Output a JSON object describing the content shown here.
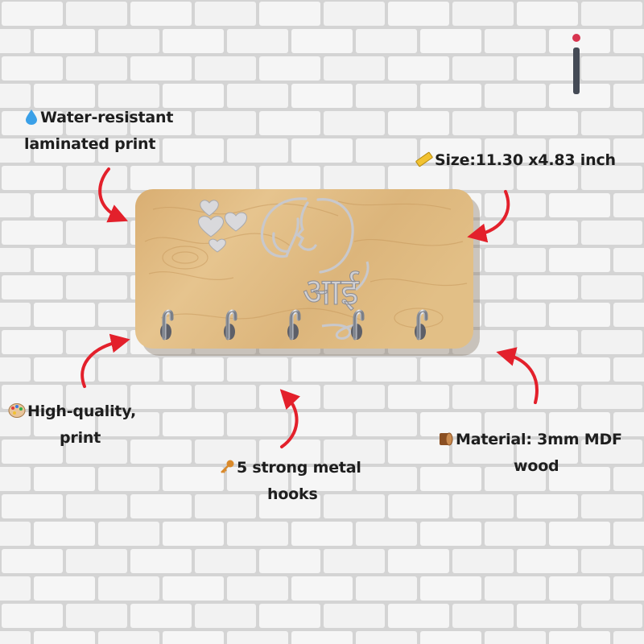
{
  "image": {
    "description_colors": {
      "wall": "#f4f4f4",
      "mortar": "#d2d2d2",
      "wood_light": "#ddb77c",
      "wood_dark": "#c4955a",
      "arrow": "#e3202b",
      "text": "#1e1e1e"
    }
  },
  "product": {
    "devanagari_text": "आई",
    "hook_count": 5
  },
  "callouts": {
    "water": {
      "icon": "droplet-icon",
      "line1": "Water-resistant",
      "line2": "laminated print"
    },
    "size": {
      "icon": "ruler-icon",
      "line1": "Size:11.30 x4.83 inch"
    },
    "quality": {
      "icon": "palette-icon",
      "line1": "High-quality,",
      "line2": "print"
    },
    "hooks": {
      "icon": "key-icon",
      "line1": "5 strong metal",
      "line2": "hooks"
    },
    "material": {
      "icon": "wood-log-icon",
      "line1": "Material: 3mm MDF",
      "line2": "wood"
    }
  }
}
